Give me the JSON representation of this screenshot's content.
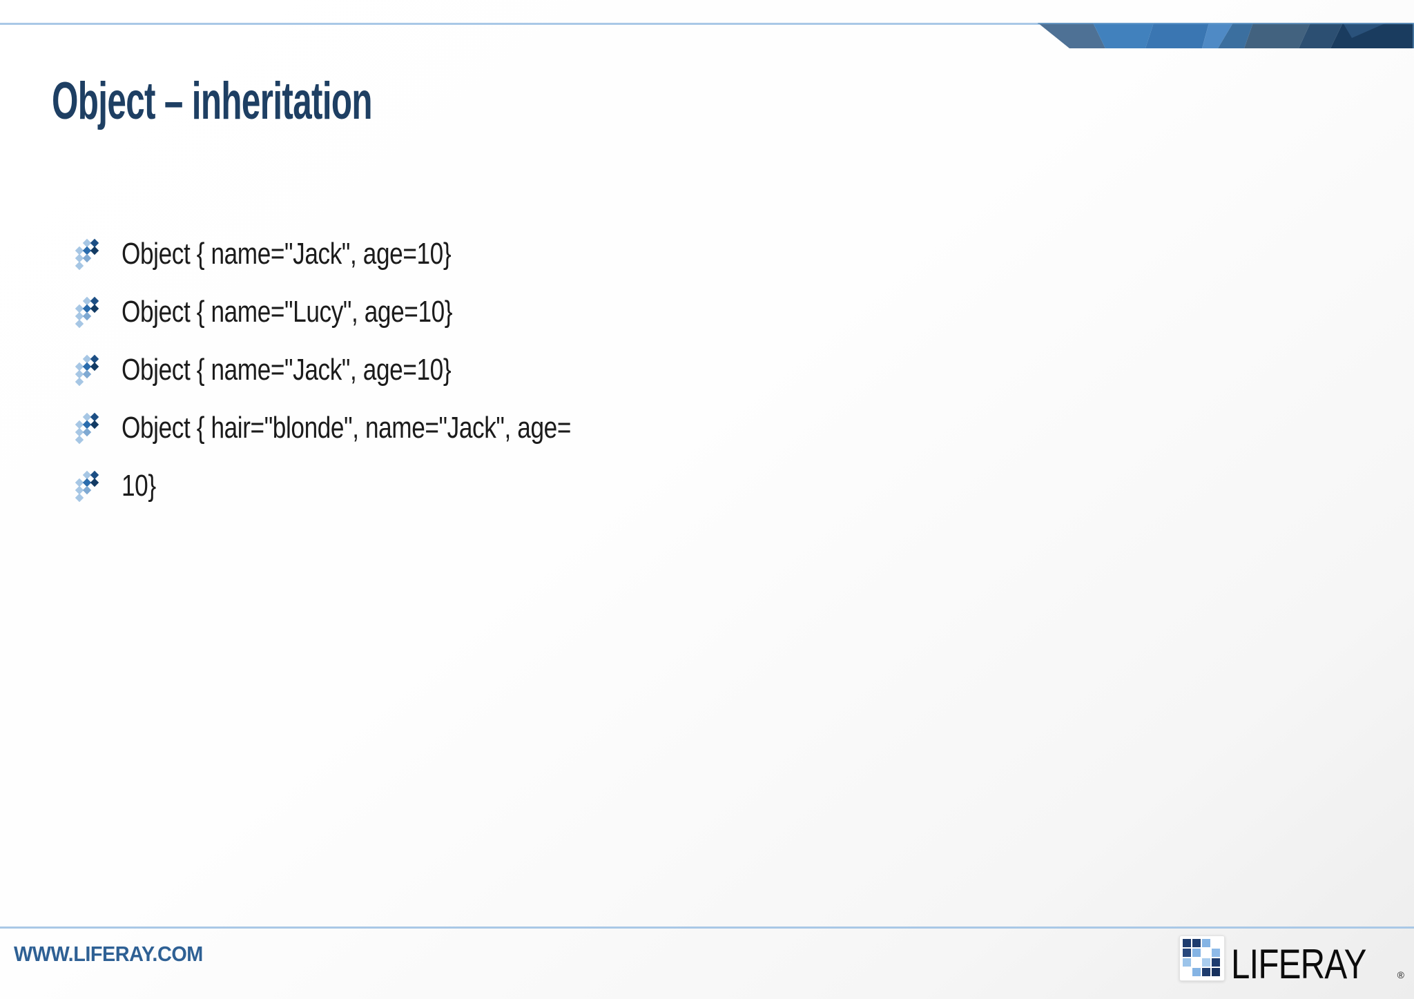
{
  "slide": {
    "title": "Object – inheritation",
    "bullets": [
      "Object { name=\"Jack\", age=10}",
      "Object { name=\"Lucy\", age=10}",
      "Object { name=\"Jack\", age=10}",
      "Object { hair=\"blonde\", name=\"Jack\", age=",
      "10}"
    ]
  },
  "footer": {
    "website": "WWW.LIFERAY.COM",
    "logo": {
      "wordmark": "LIFERAY",
      "registered_mark": "®"
    }
  },
  "icons": {
    "bullet_marker": "diamond-chevron-icon",
    "logo_mosaic": "liferay-mosaic-icon"
  },
  "colors": {
    "accent_rule": "#a9c8e6",
    "title_text": "#1e3f63",
    "body_text": "#1b1b1b",
    "footer_link": "#2e6094",
    "bullet_light_blue": "#a6c6e4",
    "bullet_medium_blue": "#2a6cad",
    "bullet_dark_navy": "#123a63",
    "banner_dark_navy": "#1a3c5f",
    "banner_bright_blue": "#4181bd",
    "logo_navy": "#1e3c6e",
    "logo_light_blue": "#85b4e4"
  }
}
